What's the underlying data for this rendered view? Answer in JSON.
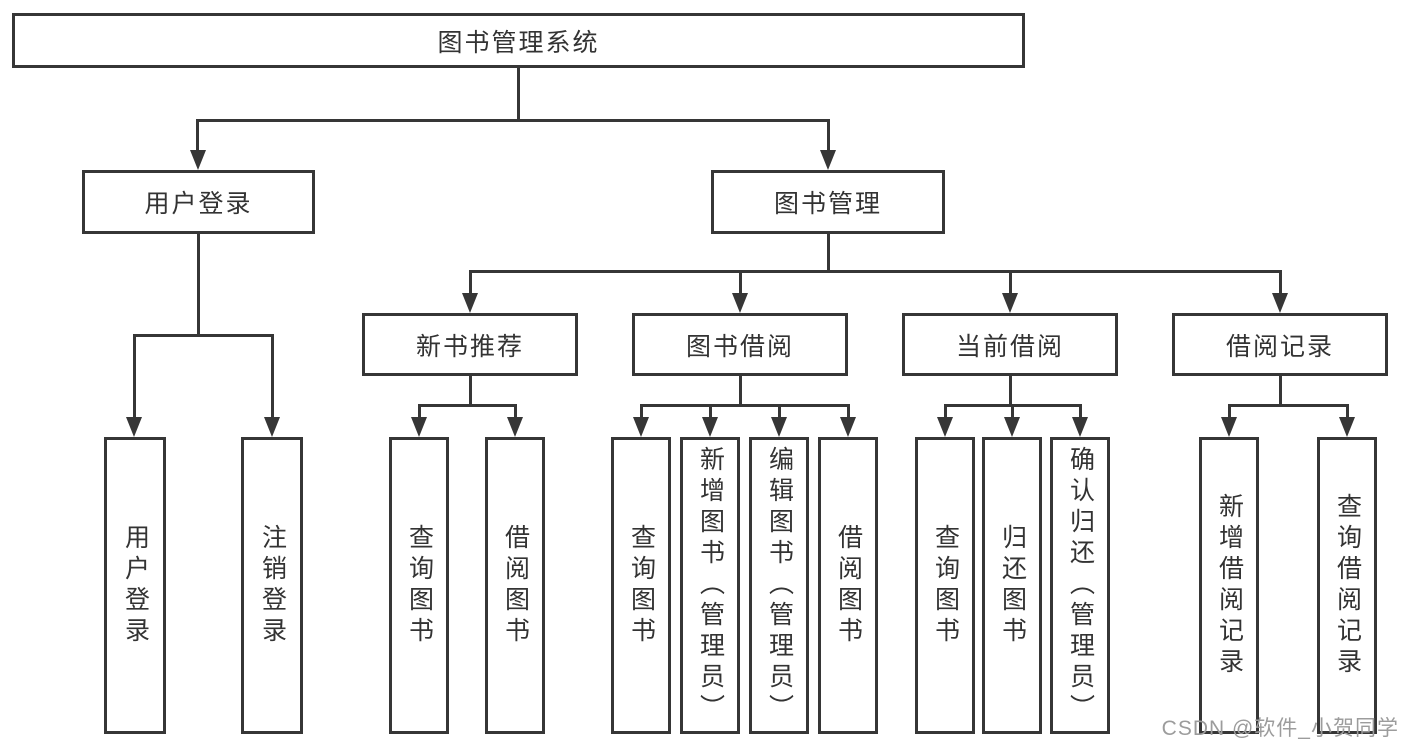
{
  "style": {
    "line_color": "#363636",
    "text_color": "#333333",
    "background_color": "#ffffff",
    "watermark_color": "#9c9c9c"
  },
  "tree": {
    "root_label": "图书管理系统",
    "branches": [
      {
        "label": "用户登录",
        "children": [
          {
            "label": "用户登录"
          },
          {
            "label": "注销登录"
          }
        ]
      },
      {
        "label": "图书管理",
        "sections": [
          {
            "label": "新书推荐",
            "children": [
              {
                "label": "查询图书"
              },
              {
                "label": "借阅图书"
              }
            ]
          },
          {
            "label": "图书借阅",
            "children": [
              {
                "label": "查询图书"
              },
              {
                "label": "新增图书（管理员）"
              },
              {
                "label": "编辑图书（管理员）"
              },
              {
                "label": "借阅图书"
              }
            ]
          },
          {
            "label": "当前借阅",
            "children": [
              {
                "label": "查询图书"
              },
              {
                "label": "归还图书"
              },
              {
                "label": "确认归还（管理员）"
              }
            ]
          },
          {
            "label": "借阅记录",
            "children": [
              {
                "label": "新增借阅记录"
              },
              {
                "label": "查询借阅记录"
              }
            ]
          }
        ]
      }
    ]
  },
  "watermark": {
    "text": "CSDN @软件_小贺同学"
  }
}
